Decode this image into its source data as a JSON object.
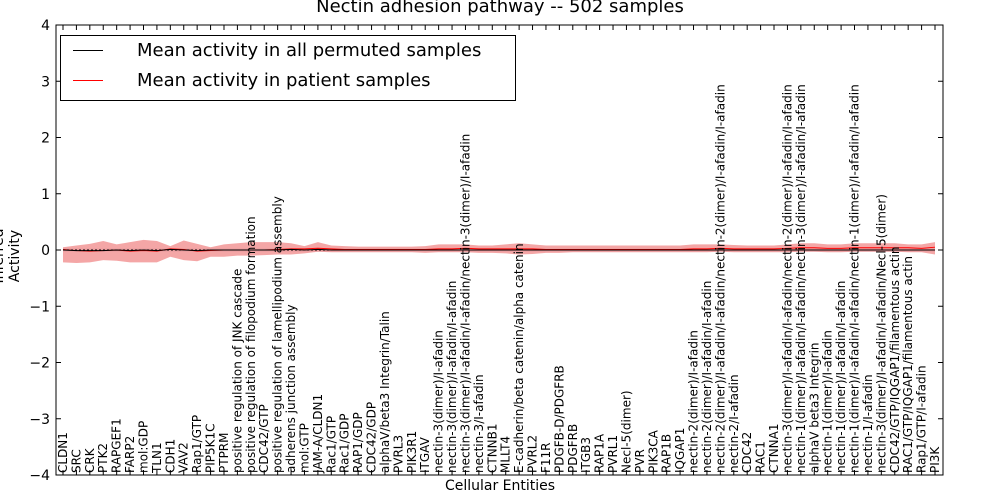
{
  "chart_data": {
    "type": "line",
    "title": "Nectin adhesion pathway -- 502 samples",
    "xlabel": "Cellular Entities",
    "ylabel": "Inferred Activity",
    "ylim": [
      -4,
      4
    ],
    "yticks": [
      -4,
      -3,
      -2,
      -1,
      0,
      1,
      2,
      3,
      4
    ],
    "grid": false,
    "legend_position": "top-left",
    "colors": {
      "permuted": "#000000",
      "patient": "#ff0000",
      "patient_band": "#f08080",
      "permuted_band": "#b0b0c0"
    },
    "categories": [
      "CLDN1",
      "SRC",
      "CRK",
      "PTK2",
      "RAPGEF1",
      "FARP2",
      "mol:GDP",
      "TLN1",
      "CDH1",
      "VAV2",
      "Rap1/GTP",
      "PIP5K1C",
      "PTPRM",
      "positive regulation of JNK cascade",
      "positive regulation of filopodium formation",
      "CDC42/GTP",
      "positive regulation of lamellipodium assembly",
      "adherens junction assembly",
      "mol:GTP",
      "JAM-A/CLDN1",
      "Rac1/GTP",
      "Rac1/GDP",
      "RAP1/GDP",
      "CDC42/GDP",
      "alphaV/beta3 Integrin/Talin",
      "PVRL3",
      "PIK3R1",
      "ITGAV",
      "nectin-3(dimer)/I-afadin",
      "nectin-3(dimer)/I-afadin/I-afadin",
      "nectin-3(dimer)/I-afadin/I-afadin/nectin-3(dimer)/I-afadin",
      "nectin-3/I-afadin",
      "CTNNB1",
      "MLLT4",
      "E-cadherin/beta catenin/alpha catenin",
      "PVRL2",
      "F11R",
      "PDGFB-D/PDGFRB",
      "PDGFRB",
      "ITGB3",
      "RAP1A",
      "PVRL1",
      "Necl-5(dimer)",
      "PVR",
      "PIK3CA",
      "RAP1B",
      "IQGAP1",
      "nectin-2(dimer)/I-afadin",
      "nectin-2(dimer)/I-afadin/I-afadin",
      "nectin-2(dimer)/I-afadin/I-afadin/nectin-2(dimer)/I-afadin/I-afadin",
      "nectin-2/I-afadin",
      "CDC42",
      "RAC1",
      "CTNNA1",
      "nectin-3(dimer)/I-afadin/I-afadin/nectin-2(dimer)/I-afadin/I-afadin",
      "nectin-1(dimer)/I-afadin/I-afadin/nectin-3(dimer)/I-afadin/I-afadin",
      "alphaV beta3 Integrin",
      "nectin-1(dimer)/I-afadin",
      "nectin-1(dimer)/I-afadin/I-afadin",
      "nectin-1(dimer)/I-afadin/I-afadin/nectin-1(dimer)/I-afadin/I-afadin",
      "nectin-1/I-afadin",
      "nectin-3(dimer)/I-afadin/I-afadin/Necl-5(dimer)",
      "CDC42/GTP/IQGAP1/filamentous actin",
      "RAC1/GTP/IQGAP1/filamentous actin",
      "Rap1/GTP/I-afadin",
      "PI3K"
    ],
    "series": [
      {
        "name": "Mean activity in all permuted samples",
        "values": [
          0,
          -0.01,
          -0.01,
          -0.01,
          0,
          -0.01,
          0,
          -0.01,
          0.01,
          0,
          -0.01,
          0,
          0,
          0,
          0,
          0,
          0,
          0.01,
          0,
          0.01,
          0,
          0,
          0,
          0,
          0,
          0,
          0,
          0,
          0,
          0,
          0,
          0,
          0,
          0,
          0,
          0,
          0,
          0,
          0,
          0,
          0,
          0,
          0,
          0,
          0,
          0,
          0,
          0,
          0,
          0,
          0,
          0,
          0,
          0,
          0,
          0,
          0,
          0,
          0,
          0,
          0,
          0,
          0,
          0,
          0,
          0
        ]
      },
      {
        "name": "Mean activity in patient samples",
        "values": [
          0.01,
          -0.01,
          -0.02,
          -0.01,
          0,
          -0.02,
          -0.01,
          -0.02,
          0.02,
          0.01,
          -0.02,
          -0.01,
          0,
          0,
          0,
          0,
          0.01,
          0.02,
          0.02,
          0.03,
          0.02,
          0.01,
          0.01,
          0.01,
          0.01,
          0.01,
          0.01,
          0.01,
          0.02,
          0.02,
          0.03,
          0.02,
          0.02,
          0.02,
          0.02,
          0.02,
          0.01,
          0.01,
          0.01,
          0.01,
          0.01,
          0.01,
          0.01,
          0.01,
          0.01,
          0.01,
          0.01,
          0.02,
          0.02,
          0.03,
          0.02,
          0.02,
          0.02,
          0.02,
          0.03,
          0.04,
          0.04,
          0.03,
          0.03,
          0.04,
          0.04,
          0.04,
          0.04,
          0.04,
          0.03,
          0.05
        ],
        "upper": [
          0.05,
          0.08,
          0.11,
          0.16,
          0.1,
          0.14,
          0.18,
          0.16,
          0.07,
          0.17,
          0.11,
          0.05,
          0.1,
          0.12,
          0.14,
          0.14,
          0.14,
          0.12,
          0.07,
          0.14,
          0.08,
          0.07,
          0.06,
          0.06,
          0.06,
          0.06,
          0.06,
          0.07,
          0.1,
          0.1,
          0.1,
          0.08,
          0.08,
          0.1,
          0.12,
          0.1,
          0.08,
          0.08,
          0.08,
          0.08,
          0.08,
          0.08,
          0.08,
          0.08,
          0.08,
          0.08,
          0.08,
          0.1,
          0.1,
          0.1,
          0.09,
          0.08,
          0.08,
          0.08,
          0.1,
          0.12,
          0.12,
          0.1,
          0.1,
          0.12,
          0.12,
          0.12,
          0.12,
          0.1,
          0.1,
          0.14
        ],
        "lower": [
          -0.22,
          -0.23,
          -0.22,
          -0.18,
          -0.19,
          -0.22,
          -0.22,
          -0.22,
          -0.12,
          -0.18,
          -0.2,
          -0.12,
          -0.12,
          -0.1,
          -0.1,
          -0.09,
          -0.08,
          -0.08,
          -0.06,
          -0.03,
          -0.04,
          -0.04,
          -0.04,
          -0.04,
          -0.04,
          -0.04,
          -0.04,
          -0.05,
          -0.04,
          -0.04,
          -0.04,
          -0.05,
          -0.05,
          -0.06,
          -0.08,
          -0.07,
          -0.05,
          -0.05,
          -0.04,
          -0.04,
          -0.04,
          -0.04,
          -0.04,
          -0.04,
          -0.04,
          -0.04,
          -0.04,
          -0.04,
          -0.04,
          -0.03,
          -0.04,
          -0.04,
          -0.04,
          -0.04,
          -0.04,
          -0.03,
          -0.03,
          -0.04,
          -0.04,
          -0.03,
          -0.03,
          -0.03,
          -0.03,
          -0.04,
          -0.04,
          -0.08
        ]
      }
    ]
  }
}
